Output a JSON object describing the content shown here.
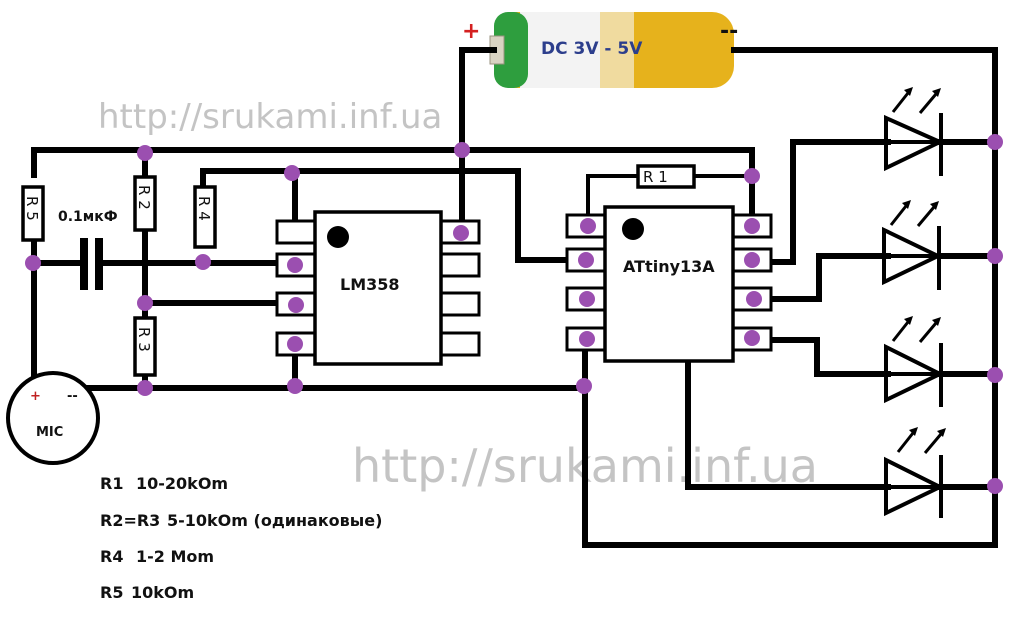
{
  "watermark": {
    "top": "http://srukami.inf.ua",
    "bottom": "http://srukami.inf.ua"
  },
  "battery": {
    "label": "DC 3V - 5V",
    "plus": "+",
    "minus": "--",
    "colors": {
      "green": "#2e9e3e",
      "body": "#f3f3f3",
      "gold": "#e6b21c",
      "text": "#2c3e8c",
      "plus": "#d42020"
    }
  },
  "components": {
    "capacitor": {
      "label": "0.1мкФ"
    },
    "r1": {
      "label": "R 1"
    },
    "r2": {
      "label": "R 2"
    },
    "r3": {
      "label": "R 3"
    },
    "r4": {
      "label": "R 4"
    },
    "r5": {
      "label": "R 5"
    },
    "opamp": {
      "label": "LM358"
    },
    "mcu": {
      "label": "ATtiny13A"
    },
    "mic": {
      "label": "MIC",
      "plus": "+",
      "minus": "--"
    },
    "leds": [
      {
        "id": "led-1"
      },
      {
        "id": "led-2"
      },
      {
        "id": "led-3"
      },
      {
        "id": "led-4"
      }
    ]
  },
  "legend": [
    {
      "ref": "R1",
      "value": "10-20kOm"
    },
    {
      "ref": "R2=R3",
      "value": "5-10kOm (одинаковые)"
    },
    {
      "ref": "R4",
      "value": "1-2 Mom"
    },
    {
      "ref": "R5",
      "value": "10kOm"
    }
  ],
  "colors": {
    "junction": "#9b4fb0",
    "wire": "#000000",
    "watermark": "#c4c4c4"
  }
}
